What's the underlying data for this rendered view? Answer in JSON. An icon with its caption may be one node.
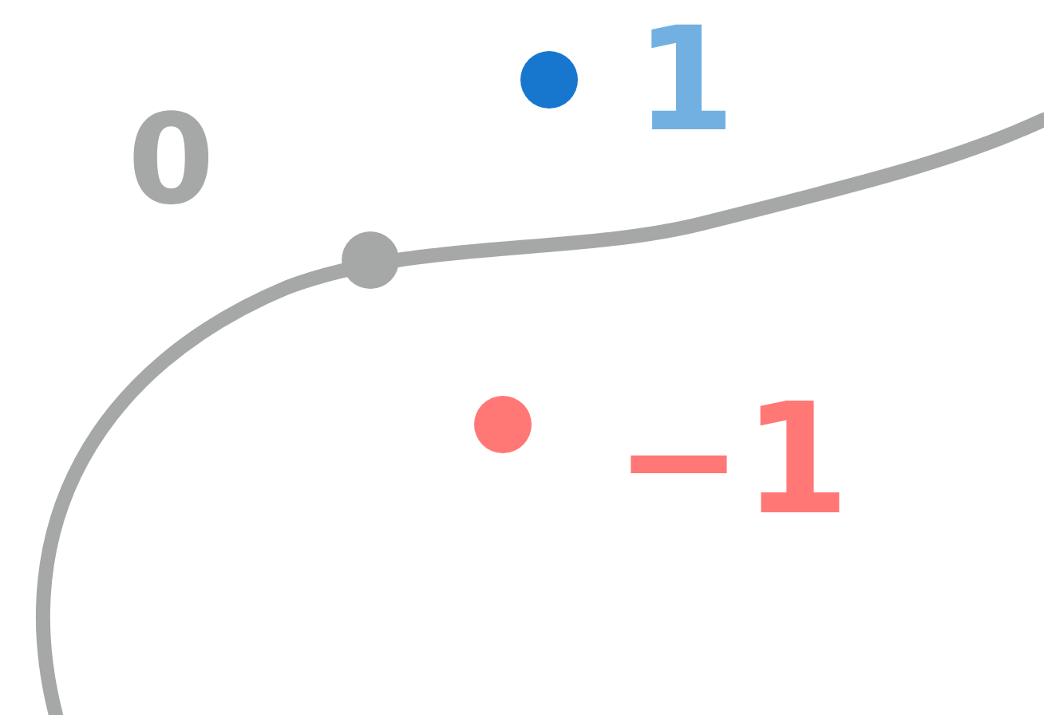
{
  "diagram": {
    "labels": [
      "0",
      "1",
      "−1"
    ]
  }
}
